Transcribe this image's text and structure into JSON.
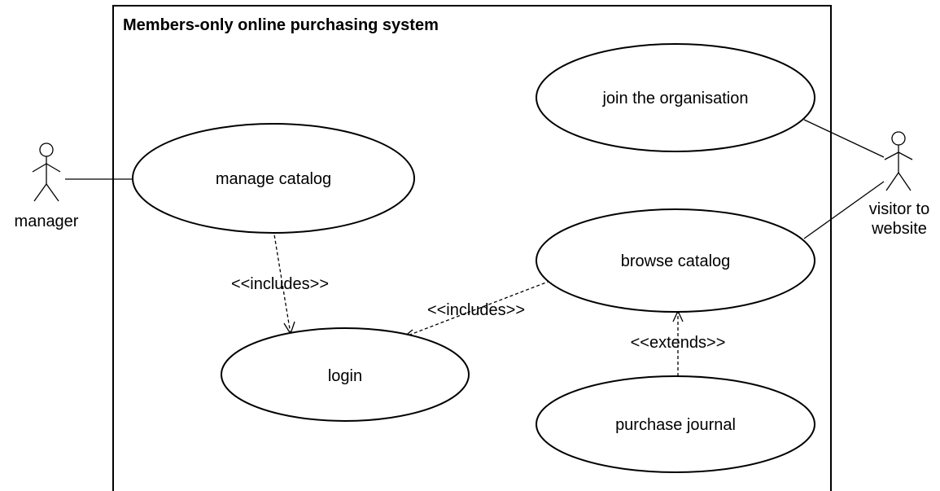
{
  "system": {
    "title": "Members-only online purchasing system"
  },
  "use_cases": {
    "join": "join the organisation",
    "manage": "manage catalog",
    "browse": "browse catalog",
    "login": "login",
    "purchase": "purchase journal"
  },
  "actors": {
    "manager": "manager",
    "visitor_line1": "visitor to",
    "visitor_line2": "website"
  },
  "relations": {
    "includes_manage": "<<includes>>",
    "includes_browse": "<<includes>>",
    "extends_purchase": "<<extends>>"
  },
  "colors": {
    "stroke": "#000000",
    "background": "#ffffff"
  }
}
